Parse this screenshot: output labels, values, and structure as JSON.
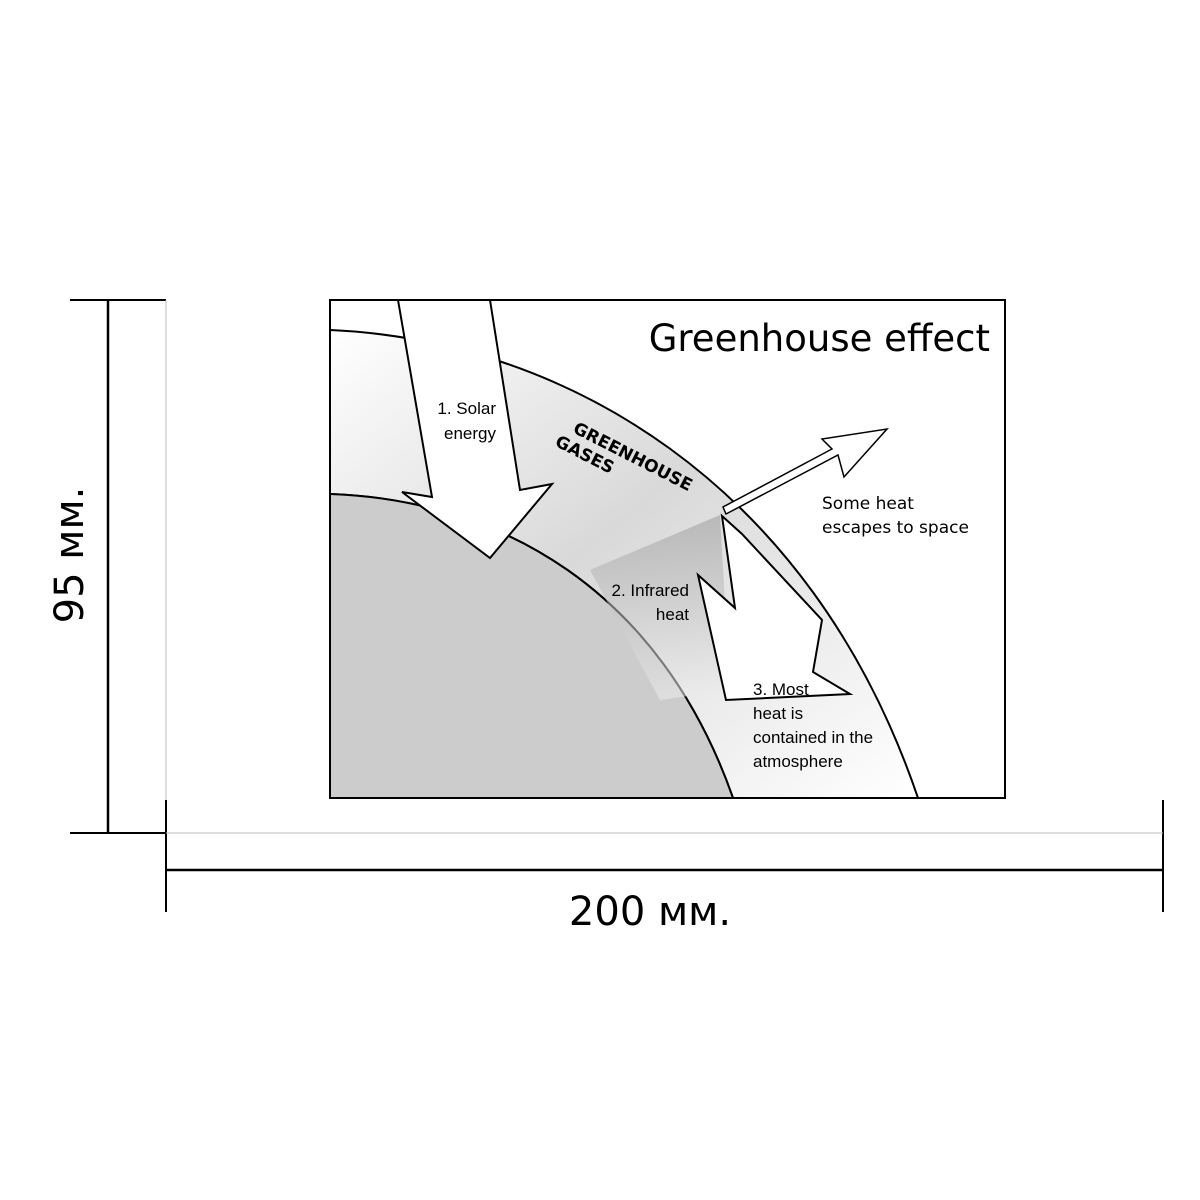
{
  "dimensions": {
    "height_label": "95 мм.",
    "width_label": "200 мм."
  },
  "diagram": {
    "title": "Greenhouse effect",
    "layer_label_line1": "GREENHOUSE",
    "layer_label_line2": "GASES",
    "steps": [
      {
        "lines": [
          "1. Solar",
          "energy"
        ]
      },
      {
        "lines": [
          "2. Infrared",
          "heat"
        ]
      },
      {
        "lines": [
          "3. Most",
          "heat is",
          "contained in the",
          "atmosphere"
        ]
      }
    ],
    "escape_lines": [
      "Some heat",
      "escapes to space"
    ]
  }
}
